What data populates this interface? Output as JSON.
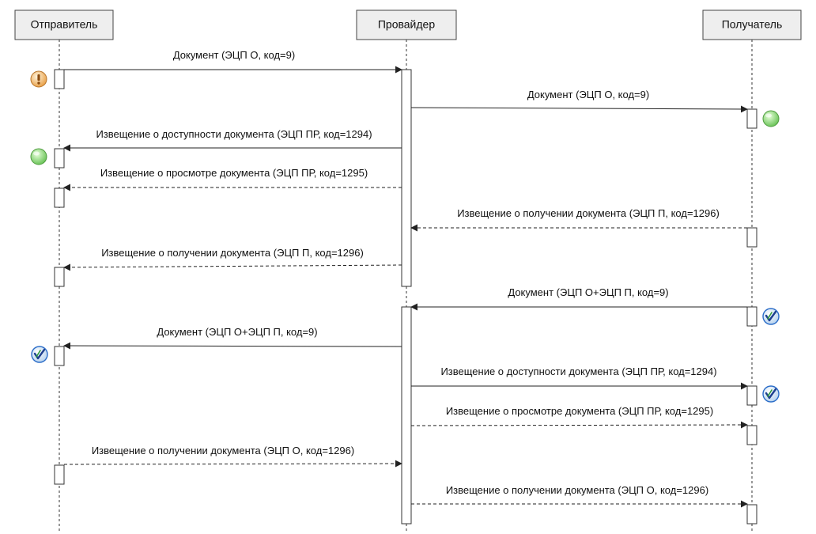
{
  "actors": [
    {
      "id": "sender",
      "label": "Отправитель"
    },
    {
      "id": "provider",
      "label": "Провайдер"
    },
    {
      "id": "receiver",
      "label": "Получатель"
    }
  ],
  "messages": [
    {
      "label": "Документ (ЭЦП О, код=9)",
      "from": "sender",
      "to": "provider",
      "style": "solid"
    },
    {
      "label": "Документ (ЭЦП О, код=9)",
      "from": "provider",
      "to": "receiver",
      "style": "solid"
    },
    {
      "label": "Извещение о доступности документа (ЭЦП ПР,  код=1294)",
      "from": "provider",
      "to": "sender",
      "style": "solid"
    },
    {
      "label": "Извещение о просмотре документа (ЭЦП ПР,  код=1295)",
      "from": "provider",
      "to": "sender",
      "style": "dashed"
    },
    {
      "label": "Извещение о получении документа (ЭЦП П,  код=1296)",
      "from": "receiver",
      "to": "provider",
      "style": "dashed"
    },
    {
      "label": "Извещение о получении документа (ЭЦП П,  код=1296)",
      "from": "provider",
      "to": "sender",
      "style": "dashed"
    },
    {
      "label": "Документ (ЭЦП О+ЭЦП П, код=9)",
      "from": "receiver",
      "to": "provider",
      "style": "solid"
    },
    {
      "label": "Документ (ЭЦП О+ЭЦП П, код=9)",
      "from": "provider",
      "to": "sender",
      "style": "solid"
    },
    {
      "label": "Извещение о доступности документа (ЭЦП ПР,  код=1294)",
      "from": "provider",
      "to": "receiver",
      "style": "solid"
    },
    {
      "label": "Извещение о просмотре документа (ЭЦП ПР,  код=1295)",
      "from": "provider",
      "to": "receiver",
      "style": "dashed"
    },
    {
      "label": "Извещение о получении документа (ЭЦП О,  код=1296)",
      "from": "sender",
      "to": "provider",
      "style": "dashed"
    },
    {
      "label": "Извещение о получении документа (ЭЦП О,  код=1296)",
      "from": "provider",
      "to": "receiver",
      "style": "dashed"
    }
  ],
  "status_icons": [
    {
      "type": "warning",
      "actor": "sender"
    },
    {
      "type": "ok",
      "actor": "receiver"
    },
    {
      "type": "ok",
      "actor": "sender"
    },
    {
      "type": "signed",
      "actor": "receiver"
    },
    {
      "type": "signed",
      "actor": "sender"
    },
    {
      "type": "signed",
      "actor": "receiver"
    }
  ],
  "colors": {
    "warning": "#f2c07a",
    "ok": "#8dd47a",
    "signed": "#2a6cc8"
  }
}
